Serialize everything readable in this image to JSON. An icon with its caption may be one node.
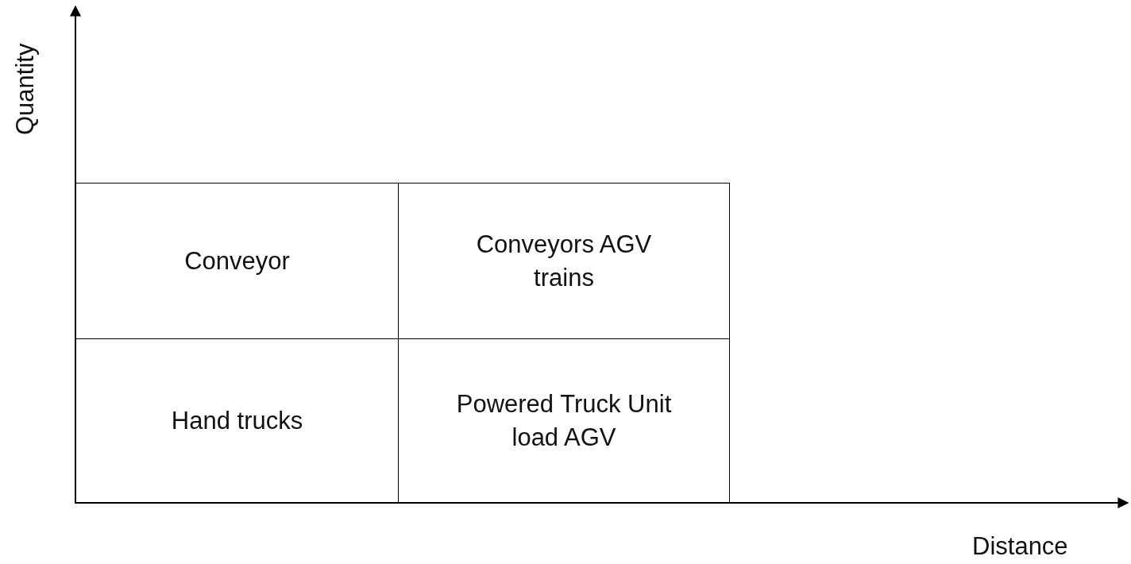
{
  "diagram": {
    "nodes": [
      {
        "text": [
          "Conveyor"
        ]
      },
      {
        "text": [
          "Conveyors AGV trains"
        ]
      },
      {
        "text": [
          "Hand trucks"
        ]
      },
      {
        "text": [
          "Powered Truck Unit load AGV"
        ]
      }
    ],
    "labels": [
      "Quantity",
      "Distance"
    ]
  }
}
